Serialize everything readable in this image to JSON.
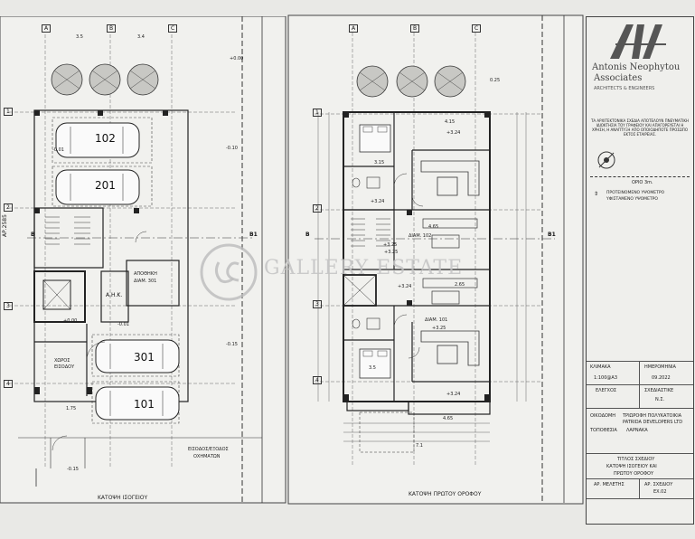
{
  "firm": {
    "name_line1": "Antonis Neophytou",
    "name_line2": "Associates",
    "tagline": "ARCHITECTS & ENGINEERS",
    "notice": "ΤΑ ΑΡΧΙΤΕΚΤΟΝΙΚΑ ΣΧΕΔΙΑ ΑΠΟΤΕΛΟΥΝ ΠΝΕΥΜΑΤΙΚΗ ΙΔΙΟΚΤΗΣΙΑ ΤΟΥ ΓΡΑΦΕΙΟΥ ΚΑΙ ΑΠΑΓΟΡΕΥΕΤΑΙ Η ΧΡΗΣΗ, Η ΑΝΑΠΤΥΞΗ ΑΠΟ ΟΠΟΙΟΔΗΠΟΤΕ ΠΡΟΣΩΠΟ ΕΚΤΟΣ ΕΤΑΙΡΕΙΑΣ."
  },
  "legend": {
    "item1": "ΟΡΙΟ 3m.",
    "item2": "ΠΡΟΤΕΙΝΟΜΕΝΟ ΥΨΟΜΕΤΡΟ",
    "item3": "ΥΦΙΣΤΑΜΕΝΟ ΥΨΟΜΕΤΡΟ"
  },
  "title_block": {
    "scale_label": "ΚΛΙΜΑΚΑ",
    "scale_value": "1:100@A3",
    "date_label": "ΗΜΕΡΟΜΗΝΙΑ",
    "date_value": "09.2022",
    "check_label": "ΕΛΕΓΧΟΣ",
    "drawn_label": "ΣΧΕΔΙΑΣΤΙΚΕ",
    "drawn_value": "Ν.Σ.",
    "plot_label": "ΟΙΚΟΔΟΜΗ",
    "plot_value1": "ΤΡΙΩΡΟΦΗ ΠΟΛΥΚΑΤΟΙΚΙΑ",
    "plot_value2": "PATRIDA DEVELOPERS LTD",
    "location_label": "ΤΟΠΟΘΕΣΙΑ",
    "location_value": "ΛΑΡΝΑΚΑ",
    "title_label": "ΤΙΤΛΟΣ ΣΧΕΔΙΟΥ",
    "title_value1": "ΚΑΤΟΨΗ ΙΣΟΓΕΙΟΥ ΚΑΙ",
    "title_value2": "ΠΡΩΤΟΥ ΟΡΟΦΟΥ",
    "study_label": "ΑΡ. ΜΕΛΕΤΗΣ",
    "sheet_label": "ΑΡ. ΣΧΕΔΙΟΥ",
    "sheet_value": "ΕΧ.02"
  },
  "plan_ground": {
    "caption": "ΚΑΤΟΨΗ ΙΣΟΓΕΙΟΥ",
    "grid_cols": [
      "A",
      "B",
      "C"
    ],
    "grid_rows": [
      "1",
      "2",
      "3",
      "4"
    ],
    "section": "B",
    "section2": "B1",
    "side_label": "ΑΡ.2585",
    "parking": [
      "102",
      "201",
      "301",
      "101"
    ],
    "storage": "ΑΠΟΘΗΚΗ",
    "storage_area": "ΔΙΑΜ. 301",
    "ahk": "Α.Η.Κ.",
    "lobby1": "ΧΩΡΟΣ",
    "lobby2": "ΕΙΣΟΔΟΥ",
    "drive1": "ΕΙΣΟΔΟΣ/ΕΞΟΔΟΣ",
    "drive2": "ΟΧΗΜΑΤΩΝ",
    "lvl_top": "+0.00",
    "lvl1": "-0.10",
    "lvl2": "-0.01",
    "lvl3": "+0.00",
    "lvl4": "-0.15",
    "lvl5": "-0.01",
    "lvl6": "-0.15",
    "dim1": "3.5",
    "dim2": "3.4",
    "dim3": "1.75"
  },
  "plan_first": {
    "caption": "ΚΑΤΟΨΗ ΠΡΩΤΟΥ ΟΡΟΦΟΥ",
    "grid_cols": [
      "A",
      "B",
      "C"
    ],
    "grid_rows": [
      "1",
      "2",
      "3",
      "4"
    ],
    "section": "B",
    "section2": "B1",
    "apt1": "ΔΙΑΜ. 102",
    "apt2": "ΔΙΑΜ. 101",
    "lvl1": "+3.24",
    "lvl2": "+3.25",
    "lvl3": "+3.24",
    "lvl4": "+3.25",
    "lvl5": "+3.24",
    "lvl6": "+3.25",
    "lvl7": "+3.24",
    "dim_a": "4.15",
    "dim_b": "4.65",
    "dim_c": "3.15",
    "dim_d": "2.65",
    "dim_e": "3.5",
    "dim_f": "4.65",
    "dim_g": "7.1",
    "dim_h": "0.25"
  },
  "watermark": "GALLERY ESTATE"
}
